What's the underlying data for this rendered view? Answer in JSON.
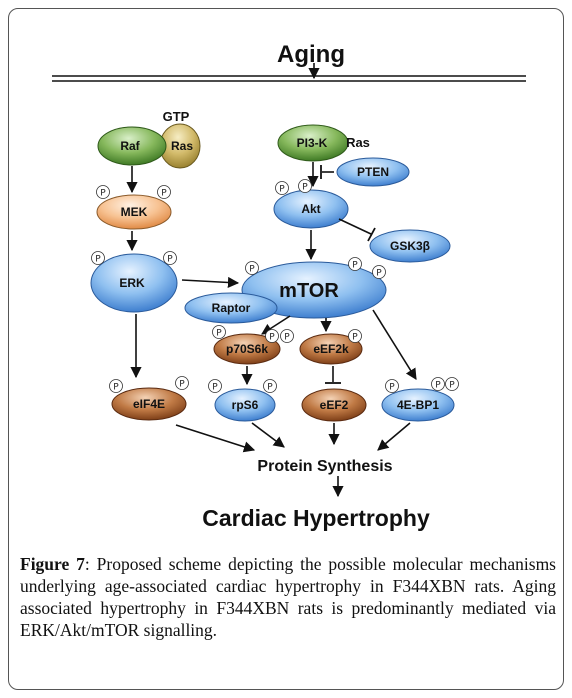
{
  "title": "Aging",
  "nodes": {
    "gtp": "GTP",
    "raf": "Raf",
    "ras1": "Ras",
    "mek": "MEK",
    "erk": "ERK",
    "pi3k": "PI3-K",
    "ras2": "Ras",
    "pten": "PTEN",
    "akt": "Akt",
    "gsk3b": "GSK3β",
    "mtor": "mTOR",
    "raptor": "Raptor",
    "p70s6k": "p70S6k",
    "eef2k": "eEF2k",
    "eif4e": "eIF4E",
    "rps6": "rpS6",
    "eef2": "eEF2",
    "ebp1": "4E-BP1",
    "p": "P"
  },
  "protein_synthesis": "Protein Synthesis",
  "cardiac": "Cardiac Hypertrophy",
  "caption": {
    "label": "Figure 7",
    "text": ": Proposed scheme depicting the possible molecular mechanisms underlying age-associated cardiac hypertrophy in F344XBN rats. Aging associated hypertrophy in F344XBN rats is predominantly mediated via ERK/Akt/mTOR signalling."
  },
  "colors": {
    "green": "#5a9a3a",
    "olive": "#b8a040",
    "blue": "#4a90d9",
    "orange": "#f0a060",
    "brown": "#a0522d"
  }
}
